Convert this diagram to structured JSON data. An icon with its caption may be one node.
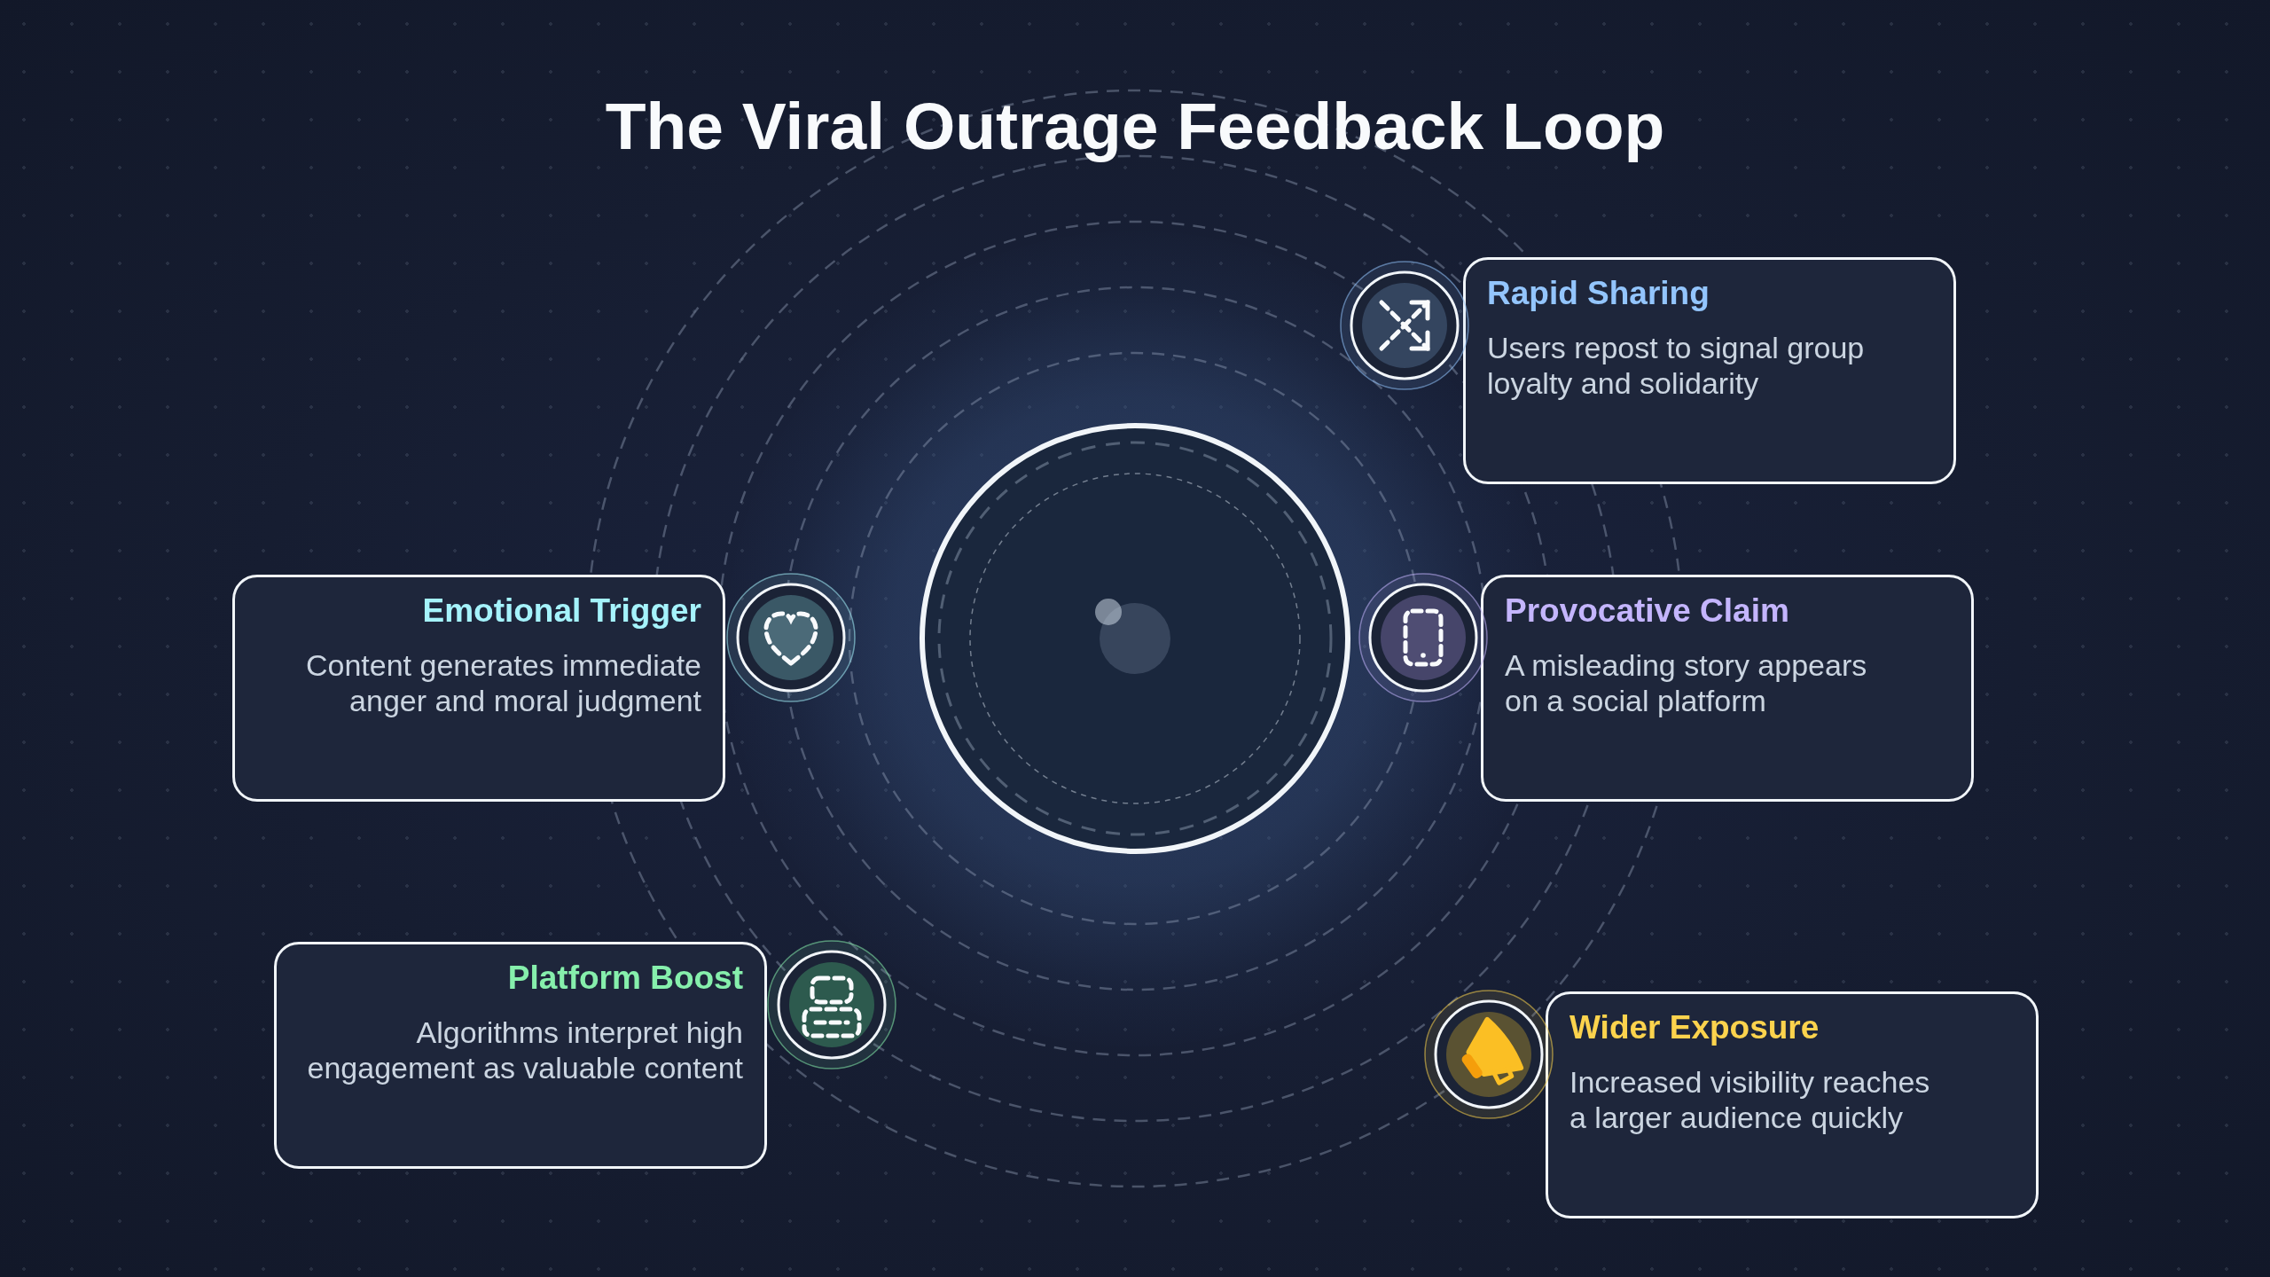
{
  "diagram": {
    "title": "The Viral Outrage Feedback Loop",
    "nodes": [
      {
        "text": [
          "Rapid Sharing",
          "Users repost to signal group loyalty and solidarity"
        ]
      },
      {
        "text": [
          "Emotional Trigger",
          "Content generates immediate anger and moral judgment"
        ]
      },
      {
        "text": [
          "Provocative Claim",
          "A misleading story appears on a social platform"
        ]
      },
      {
        "text": [
          "Platform Boost",
          "Algorithms interpret high engagement as valuable content"
        ]
      },
      {
        "text": [
          "Wider Exposure",
          "Increased visibility reaches a larger audience quickly"
        ]
      }
    ]
  }
}
